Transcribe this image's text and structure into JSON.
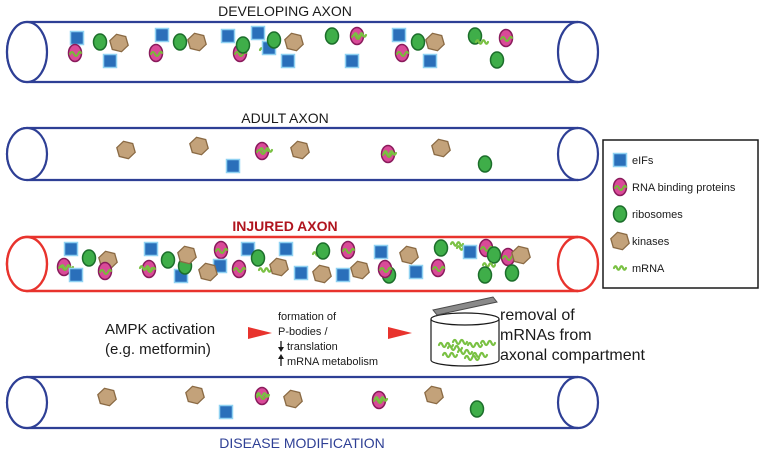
{
  "colors": {
    "normal_axon": "#2e3f95",
    "injured_axon": "#e8332d",
    "injured_title": "#b0141e",
    "disease_title": "#2e3f95",
    "eif_fill": "#2a6fba",
    "eif_stroke": "#8fd1f2",
    "rbp_fill": "#d94a98",
    "rbp_stroke": "#8a1b5c",
    "rbp_blob": "#79b93a",
    "ribosome_fill": "#3fae49",
    "ribosome_stroke": "#1c6e2b",
    "kinase_fill": "#c3a27a",
    "kinase_stroke": "#8a6a44",
    "mrna": "#7ac143",
    "arrow": "#e8332d",
    "text": "#1a1a1a"
  },
  "axons": [
    {
      "id": "developing",
      "title": "DEVELOPING AXON",
      "injured": false
    },
    {
      "id": "adult",
      "title": "ADULT AXON",
      "injured": false
    },
    {
      "id": "injured",
      "title": "INJURED AXON",
      "injured": true
    },
    {
      "id": "disease",
      "title": "DISEASE MODIFICATION",
      "injured": false
    }
  ],
  "legend": {
    "items": [
      {
        "icon": "eif-icon",
        "label": "eIFs"
      },
      {
        "icon": "rna-binding-protein-icon",
        "label": "RNA binding proteins"
      },
      {
        "icon": "ribosome-icon",
        "label": "ribosomes"
      },
      {
        "icon": "kinase-icon",
        "label": "kinases"
      },
      {
        "icon": "mrna-icon",
        "label": "mRNA"
      }
    ]
  },
  "pathway": {
    "trigger": [
      "AMPK activation",
      "(e.g. metformin)"
    ],
    "effects": [
      "formation of",
      "P-bodies /",
      "translation",
      "mRNA metabolism"
    ],
    "outcome": [
      "removal of",
      "mRNAs from",
      "axonal compartment"
    ]
  }
}
